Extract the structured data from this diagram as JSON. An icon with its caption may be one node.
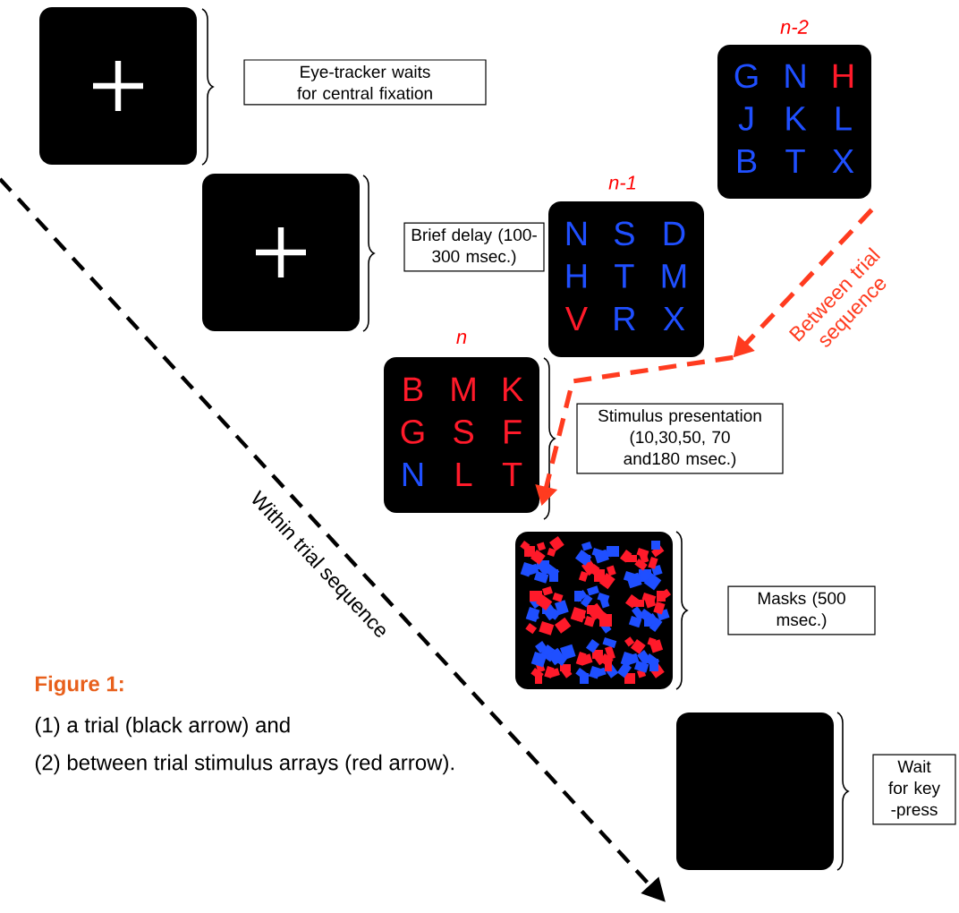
{
  "diagram": {
    "nodes": [
      {
        "text": [],
        "shape": "box"
      },
      {
        "text": [
          "Eye-tracker waits for central fixation"
        ]
      },
      {
        "text": [
          "G",
          "N",
          "H",
          "J",
          "K",
          "L",
          "B",
          "T",
          "X"
        ],
        "beside": [
          "n-2"
        ]
      },
      {
        "text": [],
        "shape": "box"
      },
      {
        "text": [
          "Brief delay (100- 300 msec.)"
        ]
      },
      {
        "text": [
          "N",
          "S",
          "D",
          "H",
          "T",
          "M",
          "V",
          "R",
          "X"
        ],
        "beside": [
          "n-1"
        ]
      },
      {
        "text": [
          "B",
          "M",
          "K",
          "G",
          "S",
          "F",
          "N",
          "L",
          "T"
        ],
        "beside": [
          "n"
        ]
      },
      {
        "text": [
          "Stimulus presentation (10,30,50, 70 and180 msec.)"
        ]
      },
      {
        "text": [],
        "shape": "box"
      },
      {
        "text": [
          "Masks (500 msec.)"
        ]
      },
      {
        "text": [],
        "shape": "box"
      },
      {
        "text": [
          "Wait for key -press"
        ]
      }
    ],
    "edges": [
      {
        "from": 2,
        "to": 5,
        "arrow": "to",
        "label": "Between trial sequence",
        "style": "dashed",
        "color": "#ff3b1f"
      },
      {
        "from": 5,
        "to": 6,
        "arrow": "to",
        "style": "dashed",
        "color": "#ff3b1f"
      }
    ],
    "labels": [
      "Within trial sequence",
      "Figure 1:",
      "(1) a trial (black arrow) and",
      "(2) between trial stimulus arrays (red arrow)."
    ]
  }
}
